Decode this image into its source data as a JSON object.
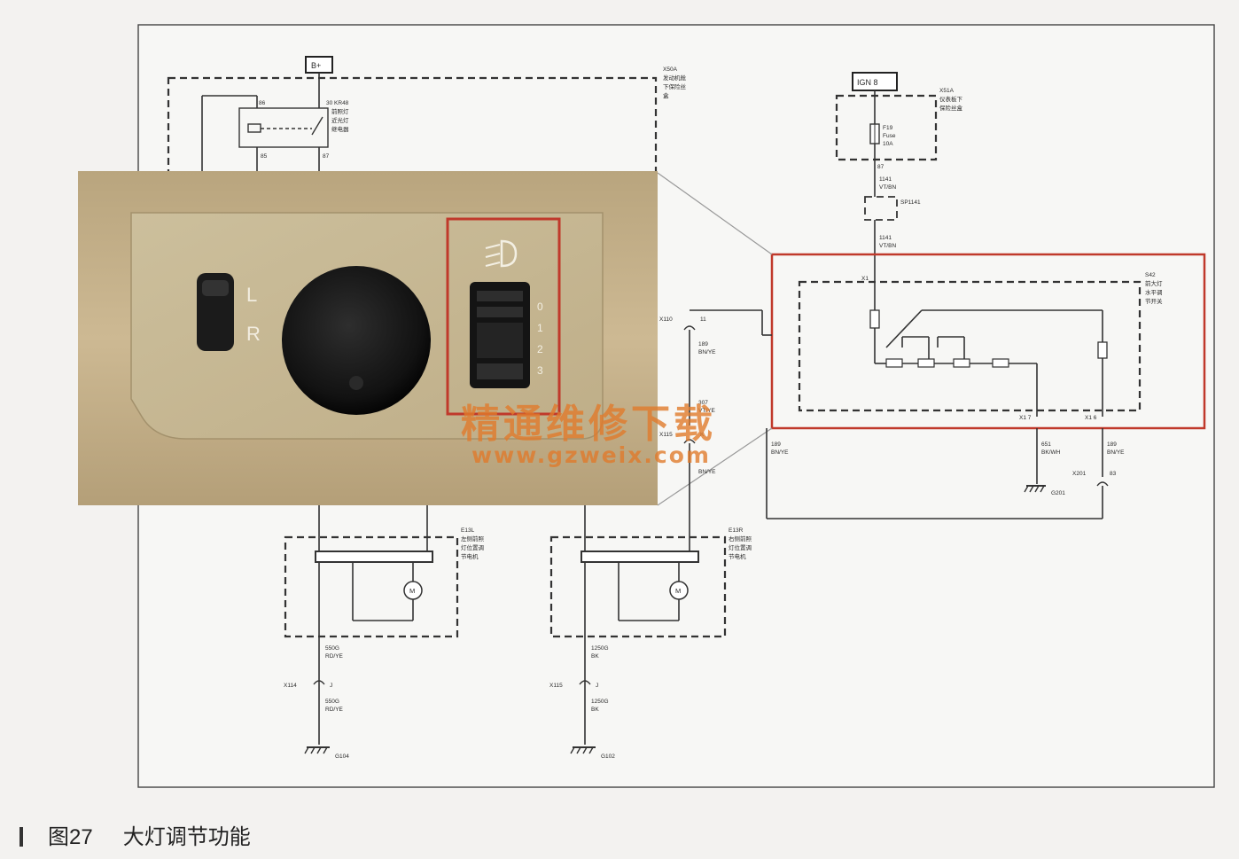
{
  "fuse_block_labels": {
    "b_plus": "B+",
    "ign": "IGN 8",
    "x50a": [
      "X50A",
      "发动机舱",
      "下保险丝",
      "盒"
    ],
    "x51a": [
      "X51A",
      "仪表板下",
      "保险丝盒"
    ],
    "relay": [
      "30  KR48",
      "前照灯",
      "近光灯",
      "继电器"
    ],
    "relay_pins_bottom": [
      "85",
      "87"
    ],
    "relay_pin_top_left": "86",
    "fuse": [
      "F19",
      "Fuse",
      "10A"
    ],
    "fuse_pin": "87"
  },
  "wire_labels": {
    "w1141_a": [
      "1141",
      "VT/BN"
    ],
    "sp1141": "SP1141",
    "w1141_b": [
      "1141",
      "VT/BN"
    ],
    "x110": [
      "X110",
      "11"
    ],
    "w189_a": [
      "189",
      "BN/YE"
    ],
    "w307": [
      "307",
      "VT/YE"
    ],
    "x115": [
      "X115",
      "K"
    ],
    "w_bnye": "BN/YE",
    "w189_b": [
      "189",
      "BN/YE"
    ],
    "w651": [
      "651",
      "BK/WH"
    ],
    "w189_c": [
      "189",
      "BN/YE"
    ],
    "x201": [
      "X201",
      "83"
    ],
    "g201": "G201",
    "x1_pin": "X1",
    "x1_pin_b1": "X1 7",
    "x1_pin_b2": "X1 6"
  },
  "switch_block": [
    "S42",
    "前大灯",
    "水平调",
    "节开关"
  ],
  "motors": {
    "left": [
      "E13L",
      "左侧前照",
      "灯位置调",
      "节电机"
    ],
    "right": [
      "E13R",
      "右侧前照",
      "灯位置调",
      "节电机"
    ],
    "motor_symbol": "M"
  },
  "grounds": {
    "left": {
      "wire_top": [
        "550G",
        "RD/YE"
      ],
      "connector": [
        "X114",
        "J"
      ],
      "wire_bottom": [
        "550G",
        "RD/YE"
      ],
      "ground": "G104"
    },
    "right": {
      "wire_top": [
        "1250G",
        "BK"
      ],
      "connector": [
        "X115",
        "J"
      ],
      "wire_bottom": [
        "1250G",
        "BK"
      ],
      "ground": "G102"
    }
  },
  "photo_panel": {
    "lr_labels": [
      "L",
      "R"
    ],
    "scale_marks": [
      "0",
      "1",
      "2",
      "3"
    ],
    "headlight_symbol": "headlight-level-icon"
  },
  "watermark": {
    "line1": "精通维修下载",
    "line2": "www.gzweix.com"
  },
  "caption": {
    "figure": "图27",
    "title": "大灯调节功能"
  },
  "colors": {
    "highlight_red": "#c0392b",
    "panel_beige": "#c9b48c",
    "watermark_orange": "#e07a2c"
  }
}
